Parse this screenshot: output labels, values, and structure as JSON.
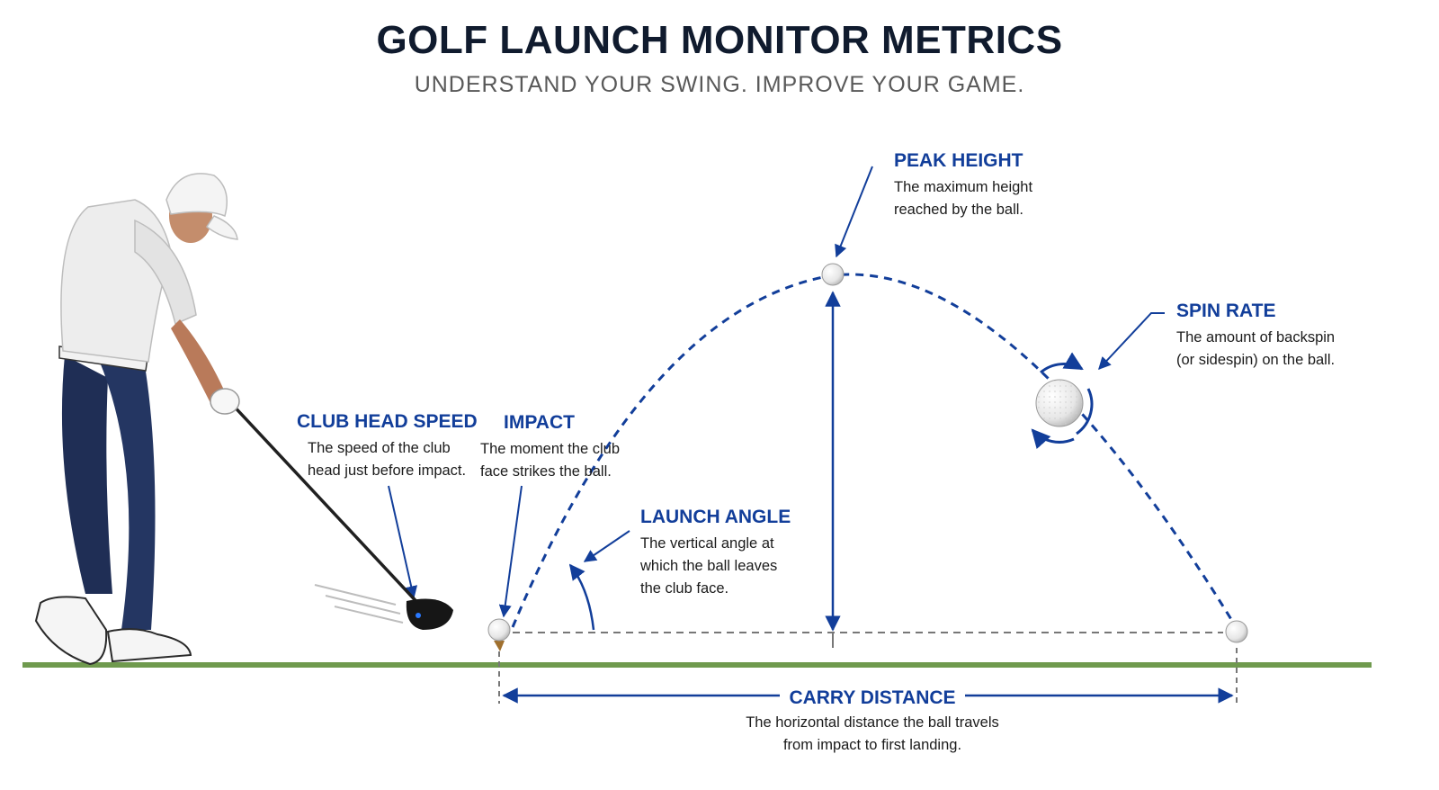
{
  "header": {
    "title": "GOLF LAUNCH MONITOR METRICS",
    "subtitle": "UNDERSTAND YOUR SWING. IMPROVE YOUR GAME."
  },
  "metrics": {
    "club_head_speed": {
      "title": "CLUB HEAD SPEED",
      "desc_line1": "The speed of the club",
      "desc_line2": "head just before impact."
    },
    "impact": {
      "title": "IMPACT",
      "desc_line1": "The moment the club",
      "desc_line2": "face strikes the ball."
    },
    "launch_angle": {
      "title": "LAUNCH ANGLE",
      "desc_line1": "The vertical angle at",
      "desc_line2": "which the ball leaves",
      "desc_line3": "the club face."
    },
    "peak_height": {
      "title": "PEAK HEIGHT",
      "desc_line1": "The maximum height",
      "desc_line2": "reached by the ball."
    },
    "spin_rate": {
      "title": "SPIN RATE",
      "desc_line1": "The amount of backspin",
      "desc_line2": "(or sidespin) on the ball."
    },
    "carry_distance": {
      "title": "CARRY DISTANCE",
      "desc_line1": "The horizontal distance the ball travels",
      "desc_line2": "from impact to first landing."
    }
  },
  "colors": {
    "accent_blue": "#123e9a",
    "title_dark": "#101b2e",
    "ground_green": "#6f9a4e",
    "guide_gray": "#777777"
  },
  "icons": {
    "golfer": "golfer-illustration",
    "ball": "golf-ball-icon",
    "spin": "spin-arrows-icon"
  }
}
